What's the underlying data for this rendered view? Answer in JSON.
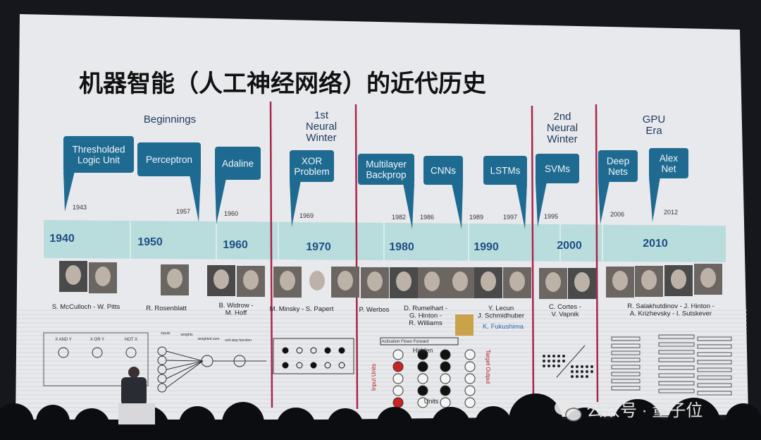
{
  "slide": {
    "title": "机器智能（人工神经网络）的近代历史",
    "colors": {
      "callout": "#1e6a90",
      "band": "#b9dcdc",
      "divider": "#a8264a",
      "decade_text": "#1d4f86",
      "background": "#e9eaee"
    },
    "eras": [
      {
        "lines": [
          "Beginnings"
        ]
      },
      {
        "lines": [
          "1st",
          "Neural",
          "Winter"
        ]
      },
      {
        "lines": [
          "2nd",
          "Neural",
          "Winter"
        ]
      },
      {
        "lines": [
          "GPU",
          "Era"
        ]
      }
    ],
    "callouts": [
      {
        "lines": [
          "Thresholded",
          "Logic Unit"
        ],
        "year": "1943"
      },
      {
        "lines": [
          "Perceptron"
        ],
        "year": "1957"
      },
      {
        "lines": [
          "Adaline"
        ],
        "year": "1960"
      },
      {
        "lines": [
          "XOR",
          "Problem"
        ],
        "year": "1969"
      },
      {
        "lines": [
          "Multilayer",
          "Backprop"
        ],
        "year": "1982"
      },
      {
        "lines": [
          "CNNs"
        ],
        "year": "1989"
      },
      {
        "lines": [
          "LSTMs"
        ],
        "year": "1997"
      },
      {
        "lines": [
          "SVMs"
        ],
        "year": "1995"
      },
      {
        "lines": [
          "Deep",
          "Nets"
        ],
        "year": "2006"
      },
      {
        "lines": [
          "Alex",
          "Net"
        ],
        "year": "2012"
      }
    ],
    "extra_years": [
      "1986"
    ],
    "decades": [
      "1940",
      "1950",
      "1960",
      "1970",
      "1980",
      "1990",
      "2000",
      "2010"
    ],
    "people": [
      {
        "lines": [
          "S. McCulloch - W. Pitts"
        ]
      },
      {
        "lines": [
          "R. Rosenblatt"
        ]
      },
      {
        "lines": [
          "B. Widrow -",
          "M. Hoff"
        ]
      },
      {
        "lines": [
          "M. Minsky - S. Papert"
        ]
      },
      {
        "lines": [
          "P. Werbos"
        ]
      },
      {
        "lines": [
          "D. Rumelhart -",
          "G. Hinton -",
          "R. Williams"
        ]
      },
      {
        "lines": [
          "Y. Lecun",
          "J. Schmidhuber"
        ]
      },
      {
        "lines": [
          "K. Fukushima"
        ]
      },
      {
        "lines": [
          "C. Cortes -",
          "V. Vapnik"
        ]
      },
      {
        "lines": [
          "R. Salakhutdinov - J. Hinton -",
          "A. Krizhevsky - I. Sutskever"
        ]
      }
    ],
    "diagram_labels": {
      "logic": [
        "X AND Y",
        "X OR Y",
        "NOT X"
      ],
      "perceptron": [
        "inputs",
        "weights",
        "weighted sum",
        "unit step function"
      ],
      "backprop": [
        "Activation Flows Forward",
        "Hidden",
        "Units",
        "Input Units",
        "Target Output"
      ]
    }
  },
  "watermark": {
    "text": "公众号 · 量子位",
    "icon": "wechat-icon"
  }
}
